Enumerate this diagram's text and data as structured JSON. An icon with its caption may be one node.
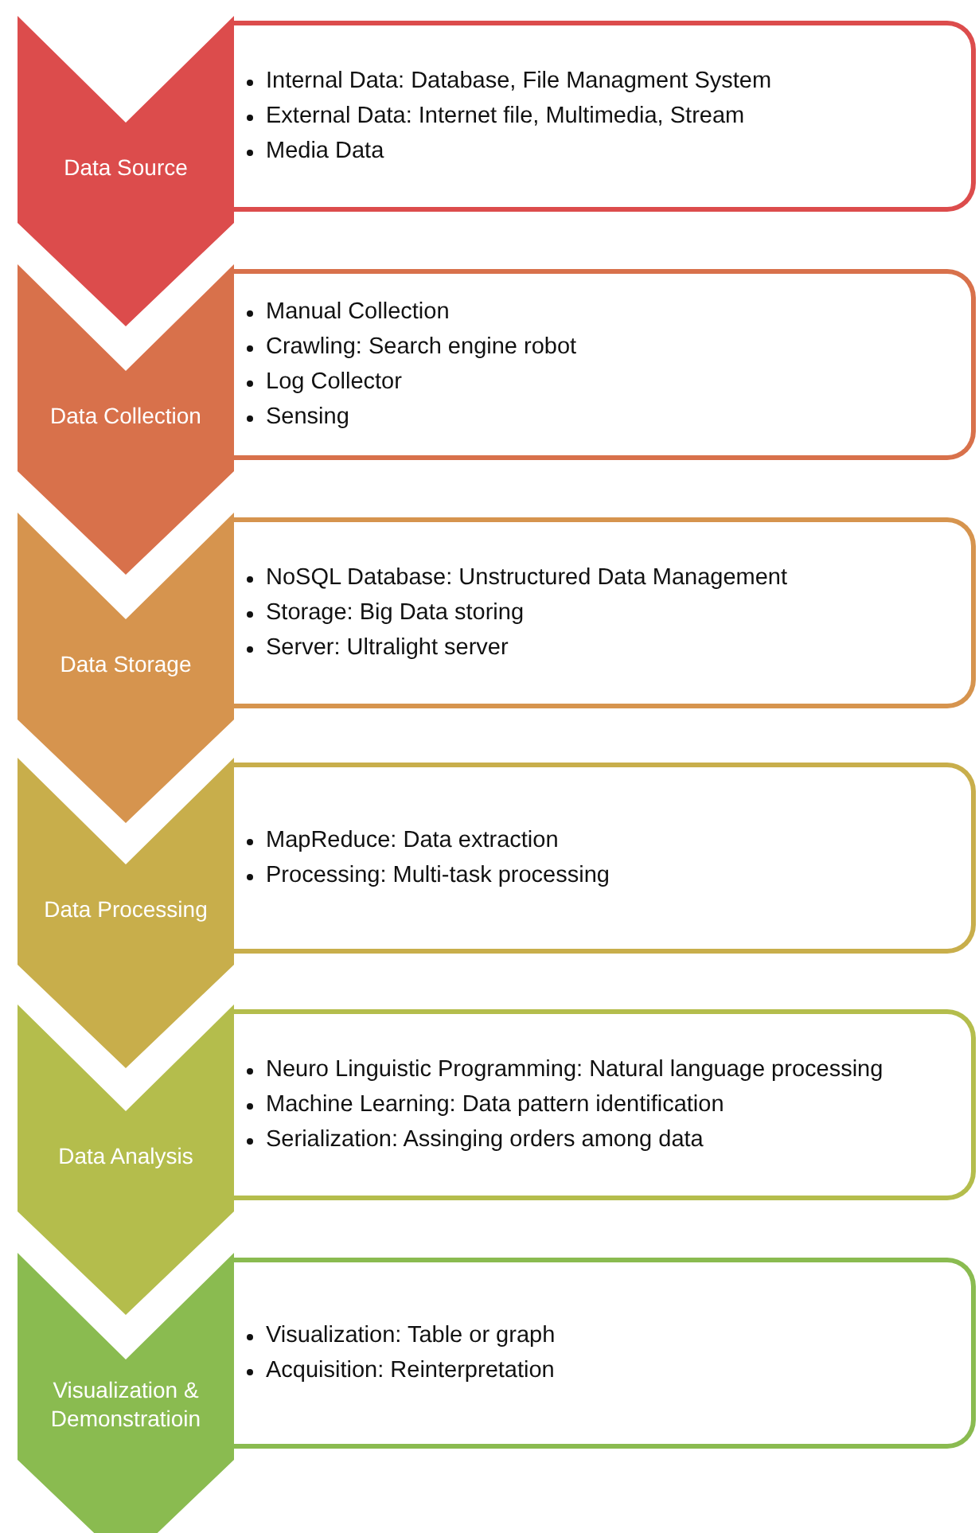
{
  "diagram": {
    "nodes": [
      {
        "text": [
          "Data Source"
        ]
      },
      {
        "text": [
          "Internal Data: Database, File Managment System",
          "External Data: Internet file, Multimedia, Stream",
          "Media Data"
        ]
      },
      {
        "text": [
          "Data Collection"
        ]
      },
      {
        "text": [
          "Manual Collection",
          "Crawling: Search engine robot",
          "Log Collector",
          "Sensing"
        ]
      },
      {
        "text": [
          "Data Storage"
        ]
      },
      {
        "text": [
          "NoSQL Database: Unstructured Data Management",
          "Storage: Big Data storing",
          "Server: Ultralight server"
        ]
      },
      {
        "text": [
          "Data Processing"
        ]
      },
      {
        "text": [
          "MapReduce: Data extraction",
          "Processing: Multi-task processing"
        ]
      },
      {
        "text": [
          "Data Analysis"
        ]
      },
      {
        "text": [
          "Neuro Linguistic Programming: Natural language processing",
          "Machine Learning: Data pattern identification",
          "Serialization: Assinging orders among data"
        ]
      },
      {
        "text": [
          "Visualization & Demonstratioin"
        ]
      },
      {
        "text": [
          "Visualization: Table or graph",
          "Acquisition: Reinterpretation"
        ]
      }
    ]
  }
}
